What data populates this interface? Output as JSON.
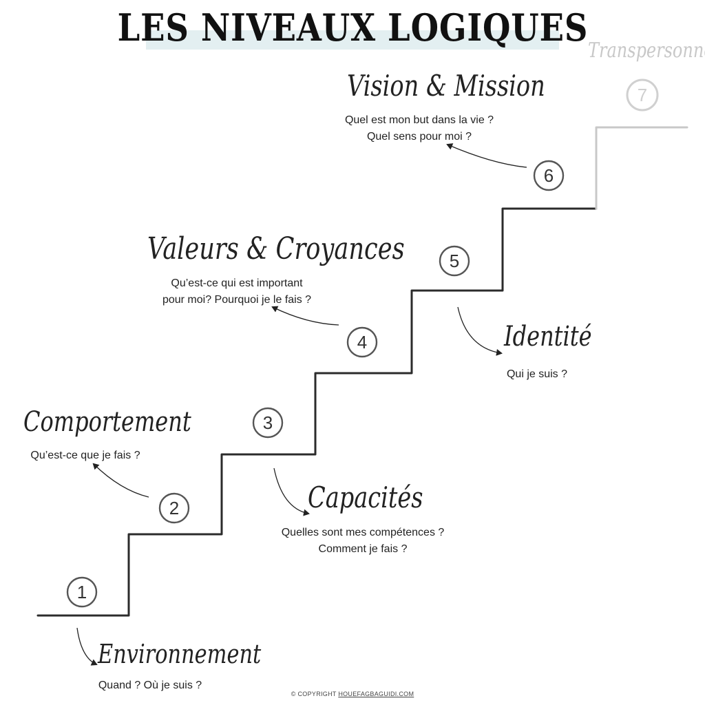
{
  "title": "LES NIVEAUX LOGIQUES",
  "levels": [
    {
      "num": "1",
      "name": "Environnement",
      "lines": [
        "Quand ? Où je suis ?"
      ]
    },
    {
      "num": "2",
      "name": "Comportement",
      "lines": [
        "Qu’est-ce que je fais ?"
      ]
    },
    {
      "num": "3",
      "name": "Capacités",
      "lines": [
        "Quelles sont mes compétences ?",
        "Comment je fais ?"
      ]
    },
    {
      "num": "4",
      "name": "Valeurs & Croyances",
      "lines": [
        "Qu’est-ce qui est important",
        "pour moi?  Pourquoi je le fais ?"
      ]
    },
    {
      "num": "5",
      "name": "Identité",
      "lines": [
        "Qui je suis ?"
      ]
    },
    {
      "num": "6",
      "name": "Vision & Mission",
      "lines": [
        "Quel est mon but dans la vie ?",
        "Quel sens pour moi ?"
      ]
    },
    {
      "num": "7",
      "name": "Transpersonnel",
      "lines": []
    }
  ],
  "copyright": {
    "prefix": "© COPYRIGHT ",
    "site": "HOUEFAGBAGUIDI.COM"
  },
  "colors": {
    "ink": "#222222",
    "faded": "#c8c8c8",
    "band": "#e3eff1"
  }
}
